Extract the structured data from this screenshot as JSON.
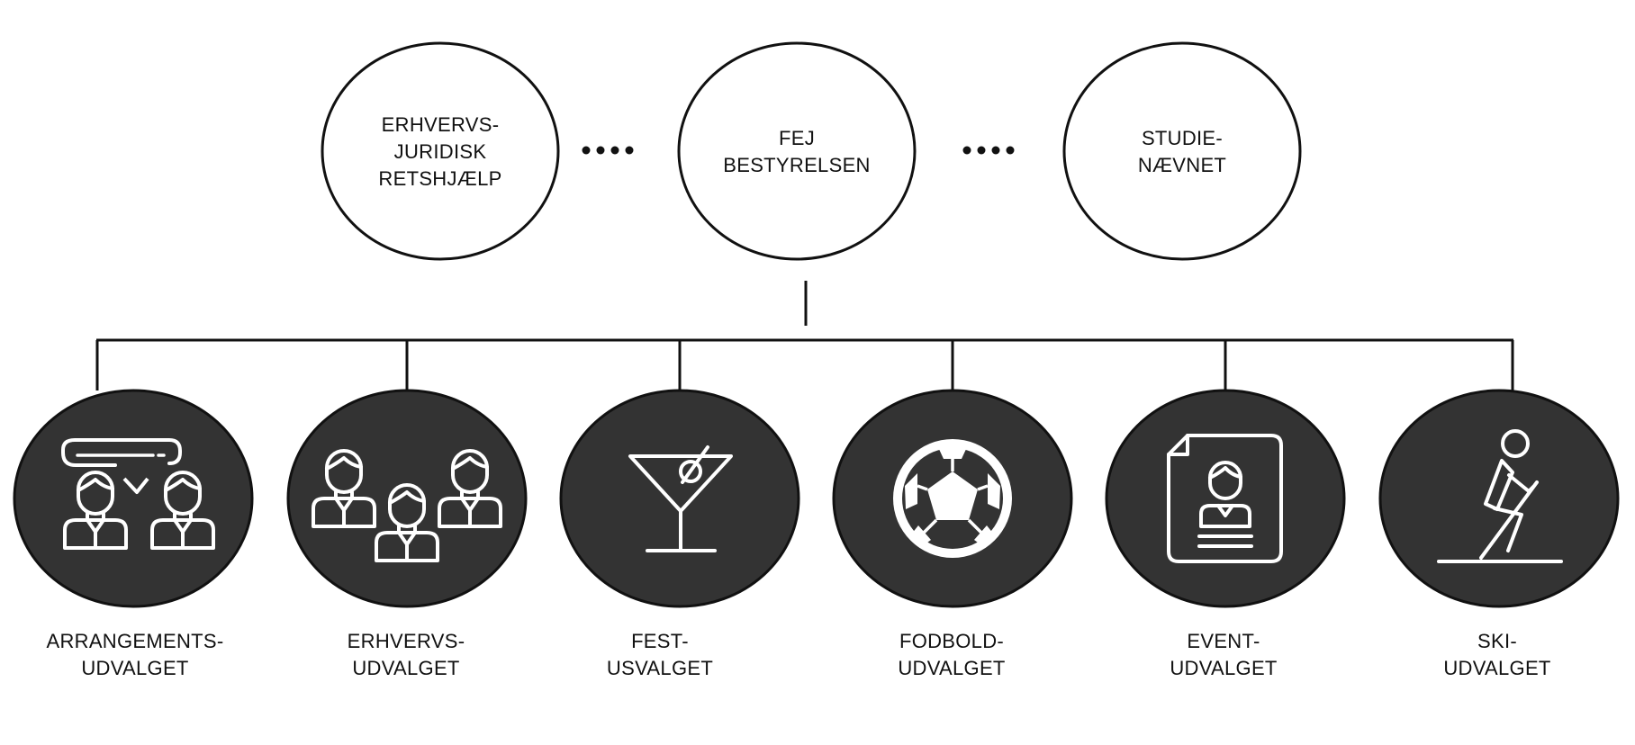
{
  "colors": {
    "line": "#111111",
    "dark": "#333333",
    "icon": "#ffffff"
  },
  "top": [
    {
      "lines": [
        "ERHVERVS-",
        "JURIDISK",
        "RETSHJÆLP"
      ]
    },
    {
      "lines": [
        "FEJ",
        "BESTYRELSEN"
      ]
    },
    {
      "lines": [
        "STUDIE-",
        "NÆVNET"
      ]
    }
  ],
  "committees": [
    {
      "icon": "conversation-icon",
      "lines": [
        "ARRANGEMENTS-",
        "UDVALGET"
      ]
    },
    {
      "icon": "group-icon",
      "lines": [
        "ERHVERVS-",
        "UDVALGET"
      ]
    },
    {
      "icon": "cocktail-icon",
      "lines": [
        "FEST-",
        "USVALGET"
      ]
    },
    {
      "icon": "soccer-ball-icon",
      "lines": [
        "FODBOLD-",
        "UDVALGET"
      ]
    },
    {
      "icon": "profile-document-icon",
      "lines": [
        "EVENT-",
        "UDVALGET"
      ]
    },
    {
      "icon": "skier-icon",
      "lines": [
        "SKI-",
        "UDVALGET"
      ]
    }
  ]
}
